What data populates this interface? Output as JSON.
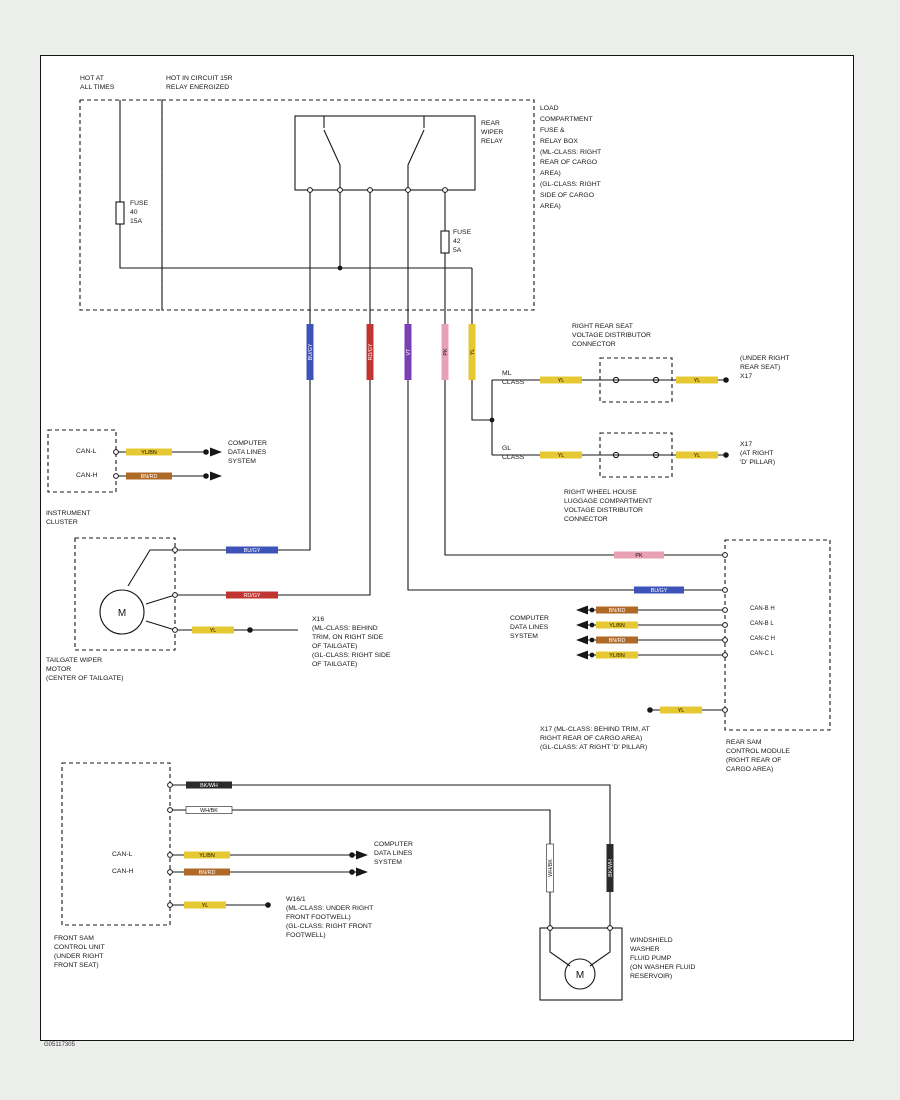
{
  "page": {
    "footer_code": "G05117305"
  },
  "codes": {
    "bu": "BU/GY",
    "rd": "RD/GY",
    "vt": "VT",
    "pk": "PK",
    "yl": "YL",
    "canl": "YL/BN",
    "canh": "BN/RD",
    "pw1": "BK/WH",
    "pw2": "WH/BK"
  },
  "palette": {
    "blue": "#3d53b8",
    "red": "#c23430",
    "violet": "#7b3fb5",
    "pink": "#e8a0b4",
    "yellow": "#e6c832",
    "brown": "#b06a28",
    "dark": "#2a2a2a",
    "white": "#ffffff"
  },
  "power": {
    "hot_all_times": "HOT AT\nALL TIMES",
    "hot_circuit": "HOT IN CIRCUIT 15R\nRELAY ENERGIZED",
    "relay": "REAR\nWIPER\nRELAY",
    "fuse40": "FUSE\n40\n15A",
    "fuse42": "FUSE\n42\n5A",
    "fusebox": "LOAD\nCOMPARTMENT\nFUSE &\nRELAY BOX\n(ML-CLASS: RIGHT\nREAR OF CARGO\nAREA)\n(GL-CLASS: RIGHT\nSIDE OF CARGO\nAREA)"
  },
  "distributor": {
    "seat_title": "RIGHT REAR SEAT\nVOLTAGE DISTRIBUTOR\nCONNECTOR",
    "seat_loc": "(UNDER RIGHT\nREAR SEAT)\nX17",
    "ml": "ML\nCLASS",
    "gl": "GL\nCLASS",
    "wheel_title": "RIGHT WHEEL HOUSE\nLUGGAGE COMPARTMENT\nVOLTAGE DISTRIBUTOR\nCONNECTOR",
    "wheel_loc": "X17\n(AT RIGHT\n'D' PILLAR)"
  },
  "cluster": {
    "can_l": "CAN-L",
    "can_h": "CAN-H",
    "data_lines": "COMPUTER\nDATA LINES\nSYSTEM",
    "name": "INSTRUMENT\nCLUSTER"
  },
  "motor": {
    "m": "M",
    "name": "TAILGATE WIPER\nMOTOR\n(CENTER OF TAILGATE)",
    "x16": "X16\n(ML-CLASS: BEHIND\nTRIM, ON RIGHT SIDE\nOF TAILGATE)\n(GL-CLASS: RIGHT SIDE\nOF TAILGATE)"
  },
  "rear_sam": {
    "rows": [
      "CAN-B H",
      "CAN-B L",
      "CAN-C H",
      "CAN-C L"
    ],
    "data_lines": "COMPUTER\nDATA LINES\nSYSTEM",
    "x17": "X17 (ML-CLASS: BEHIND TRIM, AT\nRIGHT REAR OF CARGO AREA)\n(GL-CLASS: AT RIGHT 'D' PILLAR)",
    "name": "REAR SAM\nCONTROL MODULE\n(RIGHT REAR OF\nCARGO AREA)"
  },
  "front_sam": {
    "can_l": "CAN-L",
    "can_h": "CAN-H",
    "data_lines": "COMPUTER\nDATA LINES\nSYSTEM",
    "w16": "W16/1\n(ML-CLASS: UNDER RIGHT\nFRONT FOOTWELL)\n(GL-CLASS: RIGHT FRONT\nFOOTWELL)",
    "name": "FRONT SAM\nCONTROL UNIT\n(UNDER RIGHT\nFRONT SEAT)"
  },
  "pump": {
    "m": "M",
    "name": "WINDSHIELD\nWASHER\nFLUID PUMP\n(ON WASHER FLUID\nRESERVOIR)"
  }
}
